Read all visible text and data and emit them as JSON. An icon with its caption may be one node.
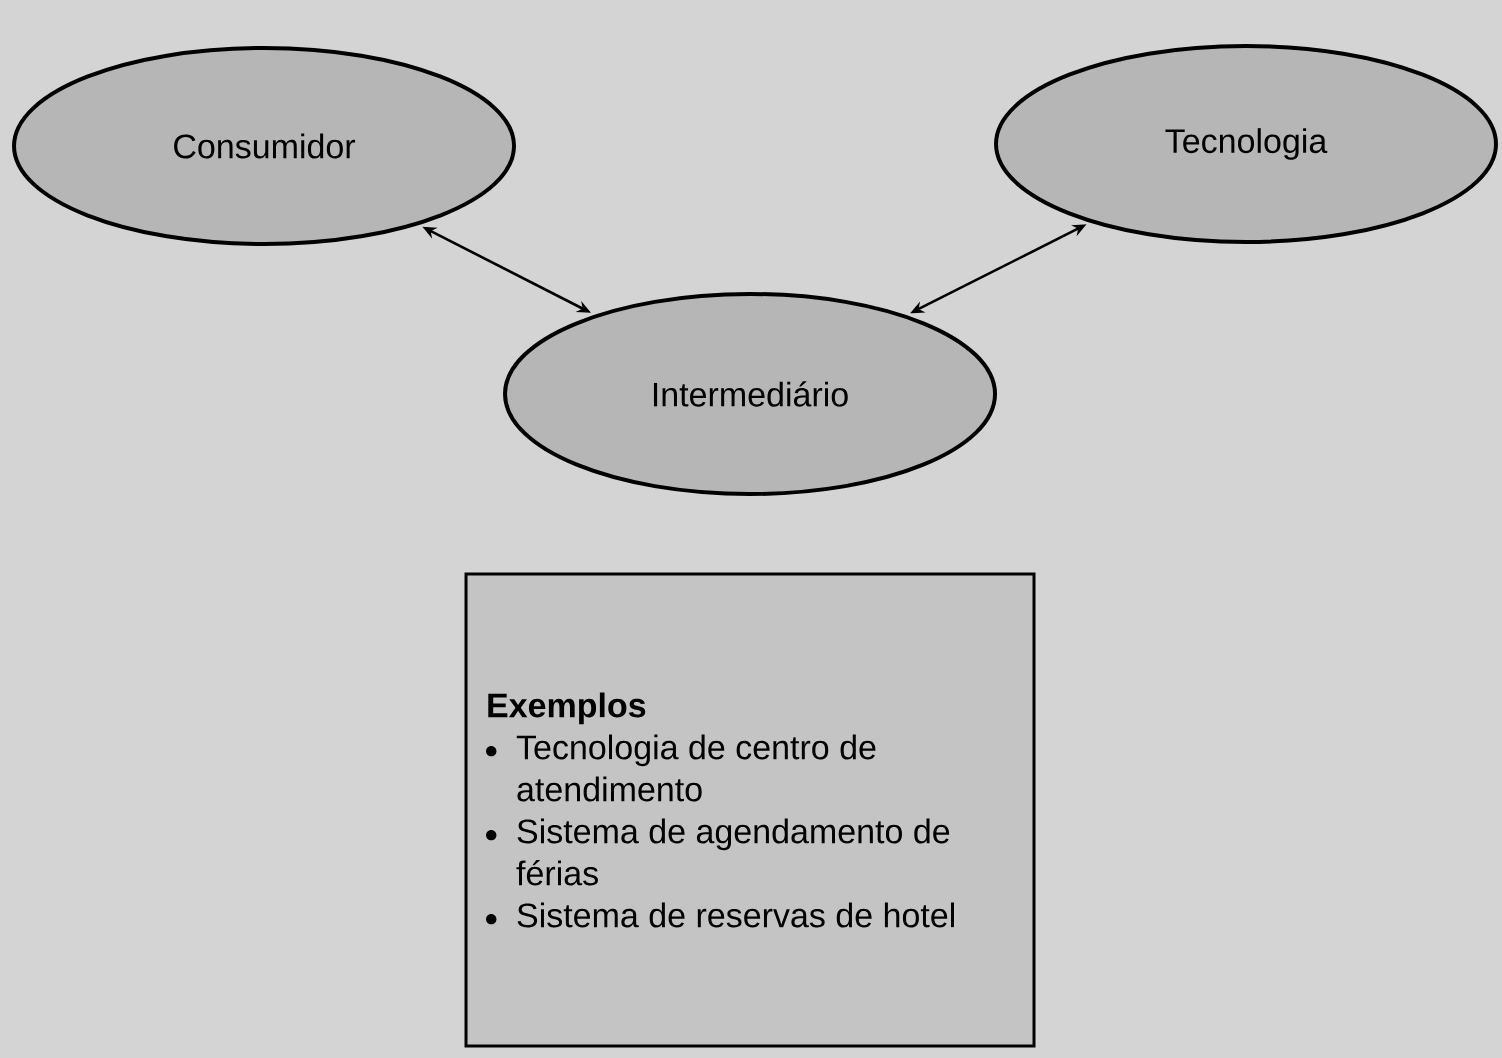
{
  "diagram": {
    "nodes": [
      {
        "text": [
          "Consumidor"
        ]
      },
      {
        "text": [
          "Tecnologia"
        ]
      },
      {
        "text": [
          "Intermediário"
        ]
      },
      {
        "text": [
          "Exemplos",
          "Tecnologia de centro de atendimento",
          "Sistema de agendamento de férias",
          "Sistema de reservas de hotel"
        ]
      }
    ],
    "edges": [
      {
        "from": 0,
        "to": 2,
        "arrow": "both"
      },
      {
        "from": 1,
        "to": 2,
        "arrow": "both"
      }
    ]
  }
}
